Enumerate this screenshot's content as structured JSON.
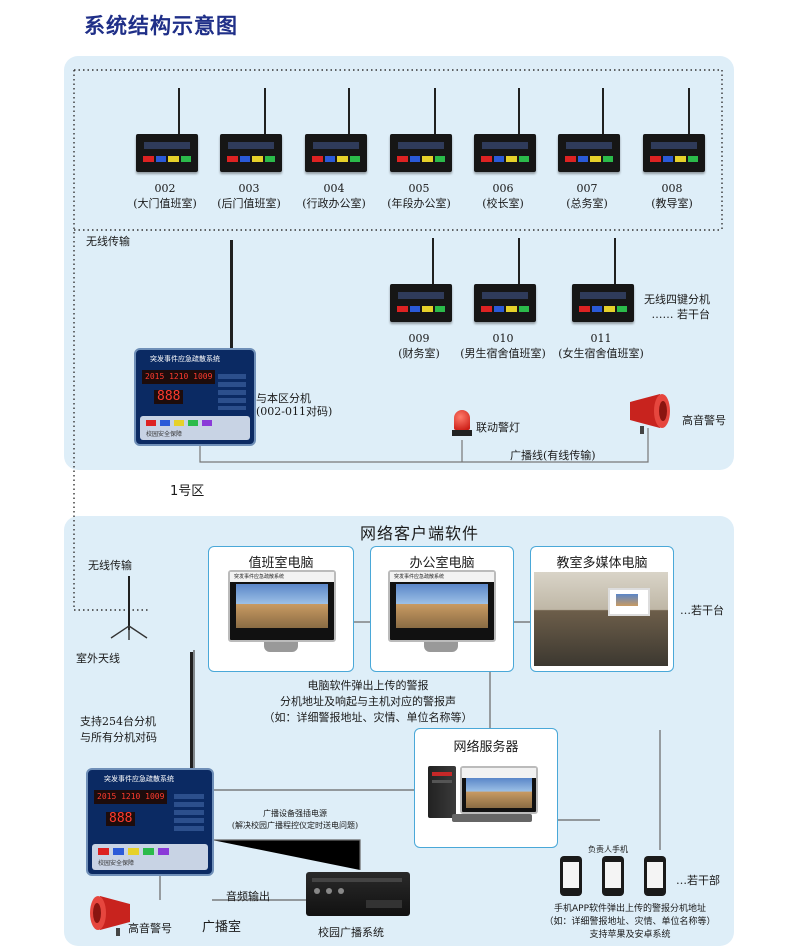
{
  "title": "系统结构示意图",
  "colors": {
    "panel": "#deeef8",
    "title": "#1f2f88",
    "box_border": "#4aa8d8"
  },
  "zone1": {
    "units_top": [
      {
        "num": "002",
        "name": "(大门值班室)"
      },
      {
        "num": "003",
        "name": "(后门值班室)"
      },
      {
        "num": "004",
        "name": "(行政办公室)"
      },
      {
        "num": "005",
        "name": "(年段办公室)"
      },
      {
        "num": "006",
        "name": "(校长室)"
      },
      {
        "num": "007",
        "name": "(总务室)"
      },
      {
        "num": "008",
        "name": "(教导室)"
      }
    ],
    "wireless_label": "无线传输",
    "units_mid": [
      {
        "num": "009",
        "name": "(财务室)"
      },
      {
        "num": "010",
        "name": "(男生宿舍值班室)"
      },
      {
        "num": "011",
        "name": "(女生宿舍值班室)"
      }
    ],
    "wireless_note_line1": "无线四键分机",
    "wireless_note_line2": "…… 若干台",
    "controller_title": "突发事件应急疏散系统",
    "controller_clock": "2015 1210 1009",
    "controller_display": "888",
    "controller_brand": "校园安全保障",
    "pair_label_line1": "与本区分机",
    "pair_label_line2": "(002-011对码)",
    "alarm_light": "联动警灯",
    "horn_label": "高音警号",
    "broadcast_line": "广播线(有线传输)",
    "zone_name": "1号区"
  },
  "zone2": {
    "software_title": "网络客户端软件",
    "pc1": "值班室电脑",
    "pc2": "办公室电脑",
    "pc3": "教室多媒体电脑",
    "screen_caption": "突发事件应急疏散系统",
    "pc3_note": "…若干台",
    "wireless_label": "无线传输",
    "antenna_label": "室外天线",
    "popup_line1": "电脑软件弹出上传的警报",
    "popup_line2": "分机地址及响起与主机对应的警报声",
    "popup_line3": "（如：详细警报地址、灾情、单位名称等）",
    "server": "网络服务器",
    "support_line1": "支持254台分机",
    "support_line2": "与所有分机对码",
    "controller_title": "突发事件应急疏散系统",
    "controller_clock": "2015 1210 1009",
    "controller_display": "888",
    "controller_brand": "校园安全保障",
    "power_line1": "广播设备强插电源",
    "power_line2": "(解决校园广播程控仪定时送电问题)",
    "audio_out": "音频输出",
    "horn_label": "高音警号",
    "broadcast_room": "广播室",
    "campus_broadcast": "校园广播系统",
    "phone_owner": "负责人手机",
    "phone_note": "…若干部",
    "app_line1": "手机APP软件弹出上传的警报分机地址",
    "app_line2": "（如：详细警报地址、灾情、单位名称等）",
    "app_line3": "支持苹果及安卓系统"
  }
}
